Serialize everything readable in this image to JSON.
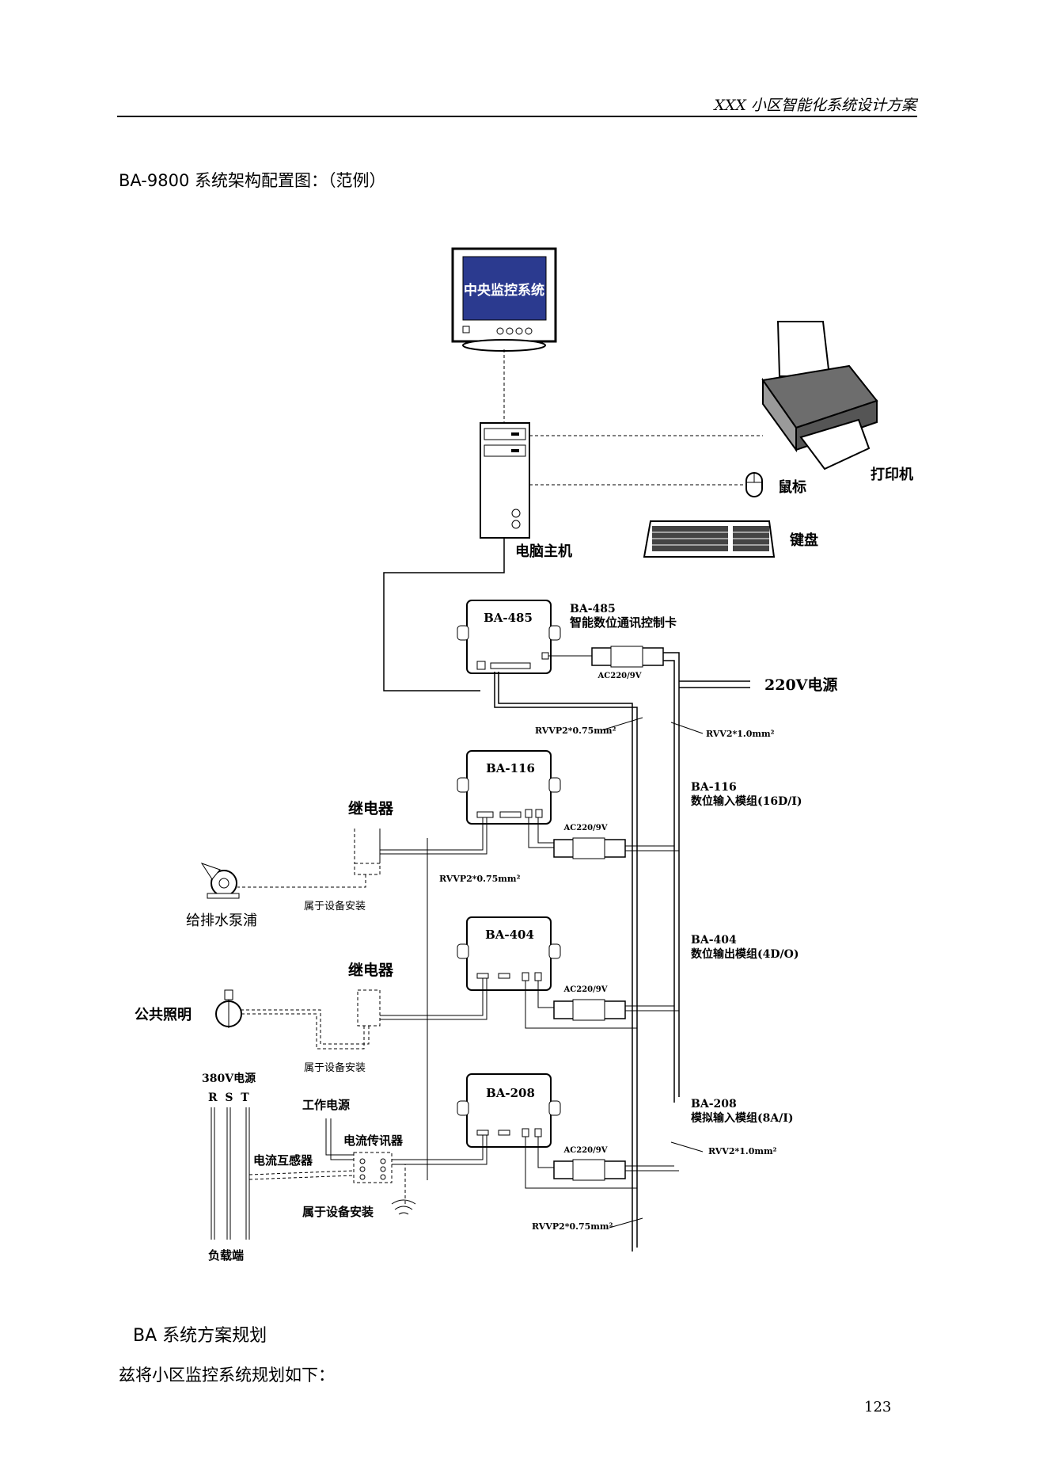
{
  "header": {
    "title": "XXX 小区智能化系统设计方案"
  },
  "caption": "BA-9800 系统架构配置图：（范例）",
  "diagram": {
    "monitor_screen": "中央监控系统",
    "pc_label": "电脑主机",
    "printer_label": "打印机",
    "mouse_label": "鼠标",
    "keyboard_label": "键盘",
    "power_220": "220V电源",
    "ba485_title": "BA-485",
    "ba485_desc1": "BA-485",
    "ba485_desc2": "智能数位通讯控制卡",
    "ac_label": "AC220/9V",
    "rvvp_top": "RVVP2*0.75mm²",
    "rvv_top": "RVV2*1.0mm²",
    "ba116_title": "BA-116",
    "ba116_desc1": "BA-116",
    "ba116_desc2": "数位输入模组(16D/I)",
    "relay1": "继电器",
    "rvvp_mid": "RVVP2*0.75mm²",
    "pump_label": "给排水泵浦",
    "equip_install1": "属于设备安装",
    "ba404_title": "BA-404",
    "ba404_desc1": "BA-404",
    "ba404_desc2": "数位输出模组(4D/O)",
    "relay2": "继电器",
    "lighting_label": "公共照明",
    "equip_install2": "属于设备安装",
    "power_380": "380V电源",
    "rst": "R  S  T",
    "work_power": "工作电源",
    "current_sensor": "电流传讯器",
    "current_transformer": "电流互感器",
    "equip_install3": "属于设备安装",
    "load_end": "负载端",
    "ba208_title": "BA-208",
    "ba208_desc1": "BA-208",
    "ba208_desc2": "模拟输入模组(8A/I)",
    "rvv_bottom": "RVV2*1.0mm²",
    "rvvp_bottom": "RVVP2*0.75mm²"
  },
  "section_title": "BA 系统方案规划",
  "body_text": "兹将小区监控系统规划如下：",
  "page_number": "123"
}
